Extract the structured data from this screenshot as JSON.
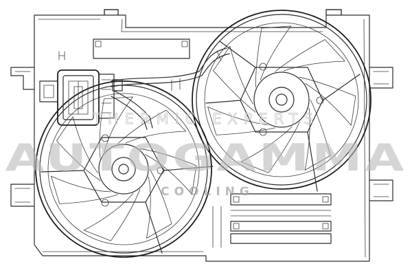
{
  "watermark": {
    "brand": "AUTOGAMMA",
    "tagline": "THERMIC EXPERTS",
    "product": "COOLING"
  },
  "diagram": {
    "subject": "radiator-fan-shroud-assembly",
    "fans": [
      {
        "id": "large-fan",
        "blades": 7
      },
      {
        "id": "small-fan",
        "blades": 7
      }
    ],
    "colors": {
      "line": "#2b2b2b",
      "watermark": "#b9b9b9",
      "background": "#ffffff"
    }
  }
}
